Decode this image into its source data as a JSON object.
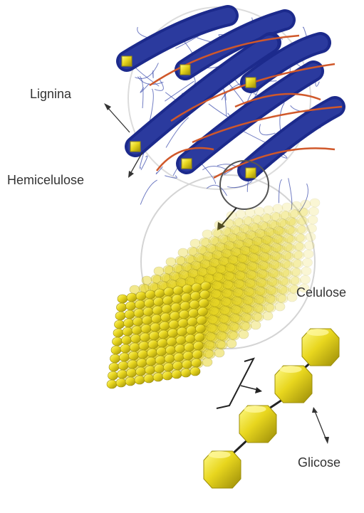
{
  "labels": {
    "lignina": "Lignina",
    "hemicelulose": "Hemicelulose",
    "celulose": "Celulose",
    "glicose": "Glicose"
  },
  "colors": {
    "lignin": "#2b3a9e",
    "hemicellulose": "#d0582a",
    "cellulose": "#e6d420",
    "cellulose_dark": "#9c8e0a",
    "label_text": "#333333",
    "lens": "#d8d8d8"
  }
}
